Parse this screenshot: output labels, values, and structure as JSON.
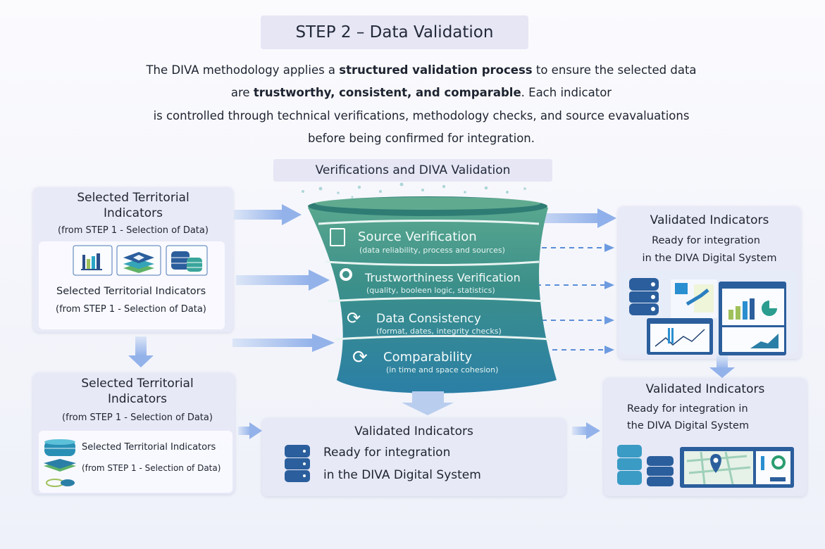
{
  "header": {
    "title": "STEP 2 – Data Validation",
    "intro": {
      "line1_pre": "The DIVA methodology applies a ",
      "line1_bold": "structured validation process",
      "line1_post": " to ensure the selected data",
      "line2_pre": "are ",
      "line2_bold": "trustworthy, consistent, and comparable",
      "line2_post": ". Each indicator",
      "line3": "is controlled through technical verifications, methodology checks, and source evavaluations",
      "line4": "before being confirmed for integration."
    },
    "subtitle": "Verifications and DIVA Validation"
  },
  "left_top": {
    "title_line1": "Selected Territorial",
    "title_line2": "Indicators",
    "subtitle": "(from STEP 1 - Selection of Data)",
    "icons": [
      "bar-chart-icon",
      "layers-icon",
      "database-icon"
    ],
    "caption_line1": "Selected Territorial Indicators",
    "caption_line2": "(from STEP 1 - Selection of Data)"
  },
  "left_bottom": {
    "title_line1": "Selected Territorial",
    "title_line2": "Indicators",
    "subtitle": "(from STEP 1 - Selection of Data)",
    "item1": "Selected Territorial Indicators",
    "item2": "(from STEP 1 - Selection of Data)"
  },
  "funnel": {
    "stages": [
      {
        "title": "Source Verification",
        "detail": "(data reliability, process and sources)",
        "icon": "document-search-icon"
      },
      {
        "title": "Trustworthiness Verification",
        "detail": "(quality, booleen logic, statistics)",
        "icon": "nodes-icon"
      },
      {
        "title": "Data Consistency",
        "detail": "(format, dates, integrity checks)",
        "icon": "sync-icon"
      },
      {
        "title": "Comparability",
        "detail": "(in time and space cohesion)",
        "icon": "sync-icon"
      }
    ],
    "colors": {
      "top": "#3f9a8a",
      "bottom": "#2a7fa8"
    }
  },
  "middle_bottom": {
    "title": "Validated Indicators",
    "line1": "Ready for integration",
    "line2": "in the DIVA Digital System"
  },
  "right_top": {
    "title": "Validated Indicators",
    "line1": "Ready for integration",
    "line2": "in the DIVA Digital System"
  },
  "right_bottom": {
    "title": "Validated Indicators",
    "line1": "Ready for integration in",
    "line2": "the DIVA Digital System"
  },
  "colors": {
    "arrow": "#9fb9ea",
    "dashed": "#5b8ed8",
    "db_dark": "#2f5f9c",
    "db_teal": "#3a9bb5"
  }
}
